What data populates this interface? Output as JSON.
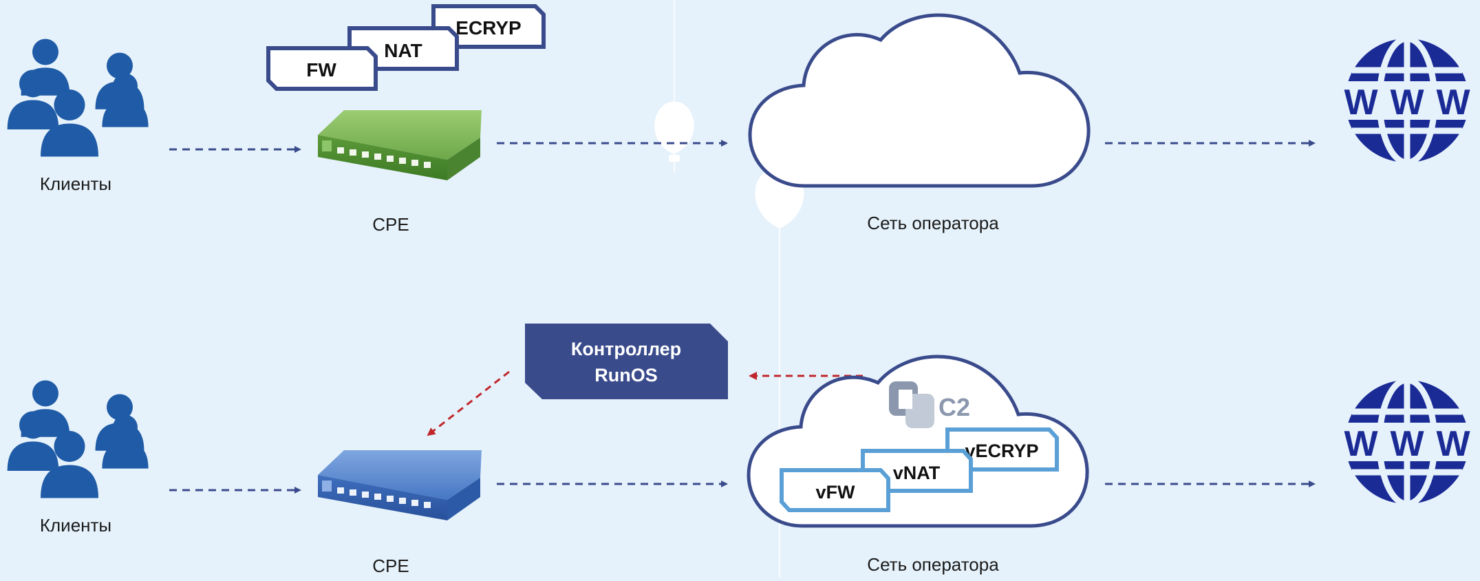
{
  "top_row": {
    "clients_label": "Клиенты",
    "cpe_label": "CPE",
    "network_label": "Сеть оператора",
    "functions": [
      "FW",
      "NAT",
      "ECRYP"
    ]
  },
  "bottom_row": {
    "clients_label": "Клиенты",
    "cpe_label": "CPE",
    "network_label": "Сеть оператора",
    "controller_line1": "Контроллер",
    "controller_line2": "RunOS",
    "c2_logo_text": "C2",
    "vfunctions": [
      "vFW",
      "vNAT",
      "vECRYP"
    ]
  },
  "icons": [
    "users-icon",
    "router-icon",
    "cloud-icon",
    "www-globe-icon",
    "c2-logo"
  ],
  "colors": {
    "background": "#e6f2fb",
    "navy": "#3a4b8c",
    "people": "#1f5ba6",
    "globe": "#1b2b96",
    "tag_border": "#3a4b8c",
    "vtag_border": "#5aa0d6",
    "control_arrow": "#c0272d",
    "green_router": "#6da84a",
    "blue_router": "#3f6fbe"
  }
}
